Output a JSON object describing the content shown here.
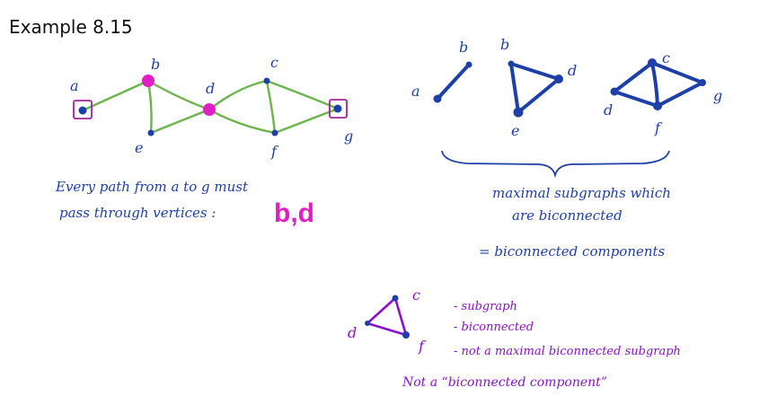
{
  "title": "Example 8.15",
  "graph": {
    "labels": {
      "a": "a",
      "b": "b",
      "c": "c",
      "d": "d",
      "e": "e",
      "f": "f",
      "g": "g"
    }
  },
  "note_left": {
    "line1": "Every path from a to g must",
    "line2": "pass through vertices :",
    "highlight": "b,d"
  },
  "components": {
    "labels": {
      "a": "a",
      "b1": "b",
      "b2": "b",
      "d1": "d",
      "e": "e",
      "c": "c",
      "d2": "d",
      "f": "f",
      "g": "g"
    }
  },
  "note_right": {
    "line1": "maximal subgraphs which",
    "line2": "are biconnected",
    "line3": "= biconnected components"
  },
  "triangle": {
    "labels": {
      "c": "c",
      "d": "d",
      "f": "f"
    }
  },
  "bullets": [
    "- subgraph",
    "- biconnected",
    "- not a maximal biconnected subgraph"
  ],
  "not_a": "Not a “biconnected component”",
  "colors": {
    "blue": "#1d3fa8",
    "green": "#6bb54a",
    "magenta": "#e21ec9",
    "purple": "#8a12c8",
    "box": "#a0239a"
  }
}
